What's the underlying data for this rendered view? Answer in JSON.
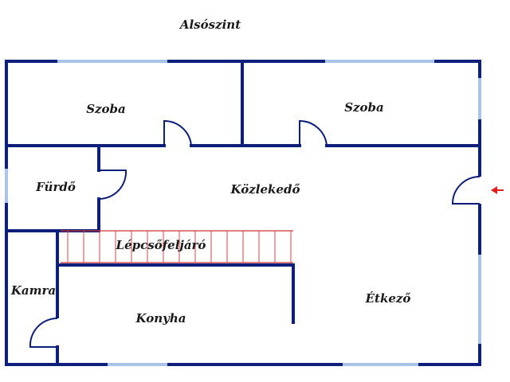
{
  "floor_title": "Alsószint",
  "rooms": {
    "szoba_left": "Szoba",
    "szoba_right": "Szoba",
    "furdo": "Fürdő",
    "kozlekedo": "Közlekedő",
    "lepcso": "Lépcsőfeljáró",
    "kamra": "Kamra",
    "konyha": "Konyha",
    "etkezo": "Étkező"
  },
  "colors": {
    "wall": "#0c1f7a",
    "window": "#a9c4e6",
    "stairs": "#cc3333",
    "entrance_arrow": "#e02020"
  },
  "icons": {
    "entrance": "entrance-arrow-icon"
  }
}
